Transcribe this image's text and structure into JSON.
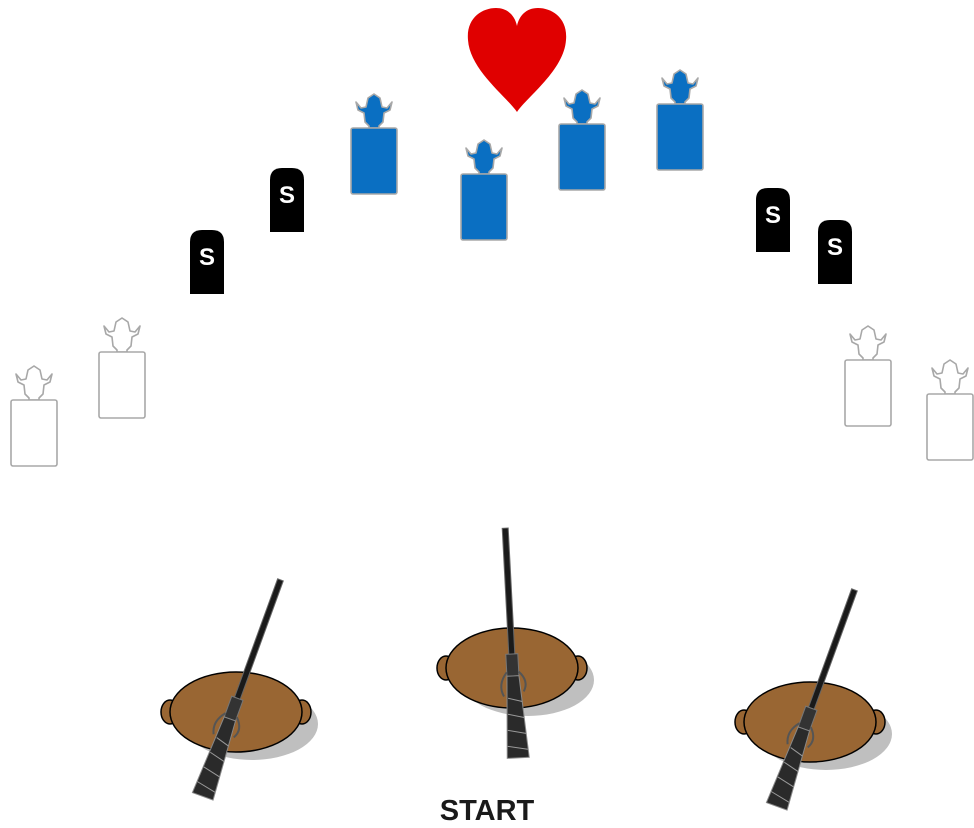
{
  "hud": {
    "lives_icon": "heart-icon",
    "start_label": "START"
  },
  "targets": [
    {
      "kind": "outlaw",
      "state": "inactive"
    },
    {
      "kind": "outlaw",
      "state": "inactive"
    },
    {
      "kind": "tombstone",
      "state": "shot",
      "marker": "S"
    },
    {
      "kind": "tombstone",
      "state": "shot",
      "marker": "S"
    },
    {
      "kind": "outlaw",
      "state": "active"
    },
    {
      "kind": "outlaw",
      "state": "active"
    },
    {
      "kind": "outlaw",
      "state": "active"
    },
    {
      "kind": "outlaw",
      "state": "active"
    },
    {
      "kind": "tombstone",
      "state": "shot",
      "marker": "S"
    },
    {
      "kind": "tombstone",
      "state": "shot",
      "marker": "S"
    },
    {
      "kind": "outlaw",
      "state": "inactive"
    },
    {
      "kind": "outlaw",
      "state": "inactive"
    }
  ],
  "turrets": [
    {
      "name": "left",
      "aim": "tilted-right"
    },
    {
      "name": "center",
      "aim": "straight-up"
    },
    {
      "name": "right",
      "aim": "tilted-right"
    }
  ],
  "colors": {
    "heart": "#e00000",
    "outlaw_active": "#0a6fc2",
    "outlaw_inactive": "#ffffff",
    "outline": "#a8a8a8",
    "tombstone": "#000000",
    "tombstone_marker": "#ffffff",
    "turret_base": "#996633",
    "turret_shadow": "#bfbfbf",
    "rifle": "#1a1a1a"
  }
}
